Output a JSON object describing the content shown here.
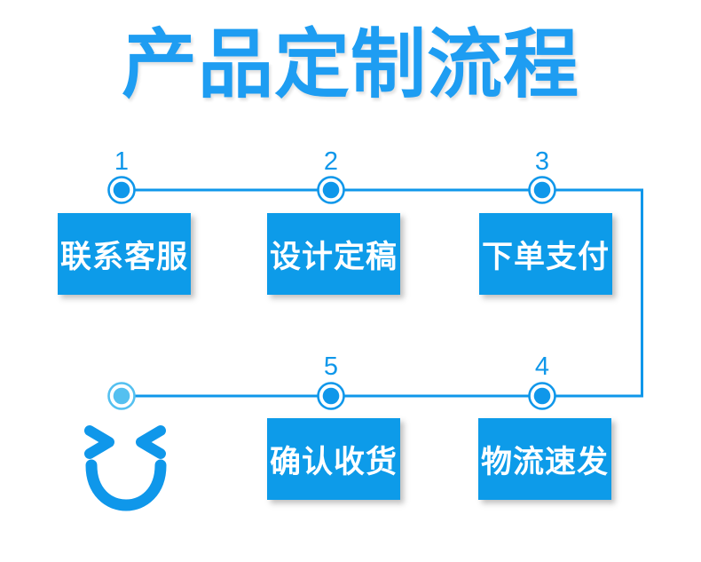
{
  "title": {
    "text": "产品定制流程"
  },
  "colors": {
    "title": "#1e9df2",
    "accent": "#0d9be9",
    "line": "#0f97ea",
    "light": "#54c0f0",
    "box-text": "#ffffff",
    "bg": "#ffffff"
  },
  "flow": {
    "top_steps": [
      {
        "number": "1",
        "label": "联系客服"
      },
      {
        "number": "2",
        "label": "设计定稿"
      },
      {
        "number": "3",
        "label": "下单支付"
      }
    ],
    "bottom_steps": [
      {
        "number": "5",
        "label": "确认收货"
      },
      {
        "number": "4",
        "label": "物流速发"
      }
    ]
  },
  "icons": {
    "smiley": "laughing-closed-eyes-smiley"
  }
}
